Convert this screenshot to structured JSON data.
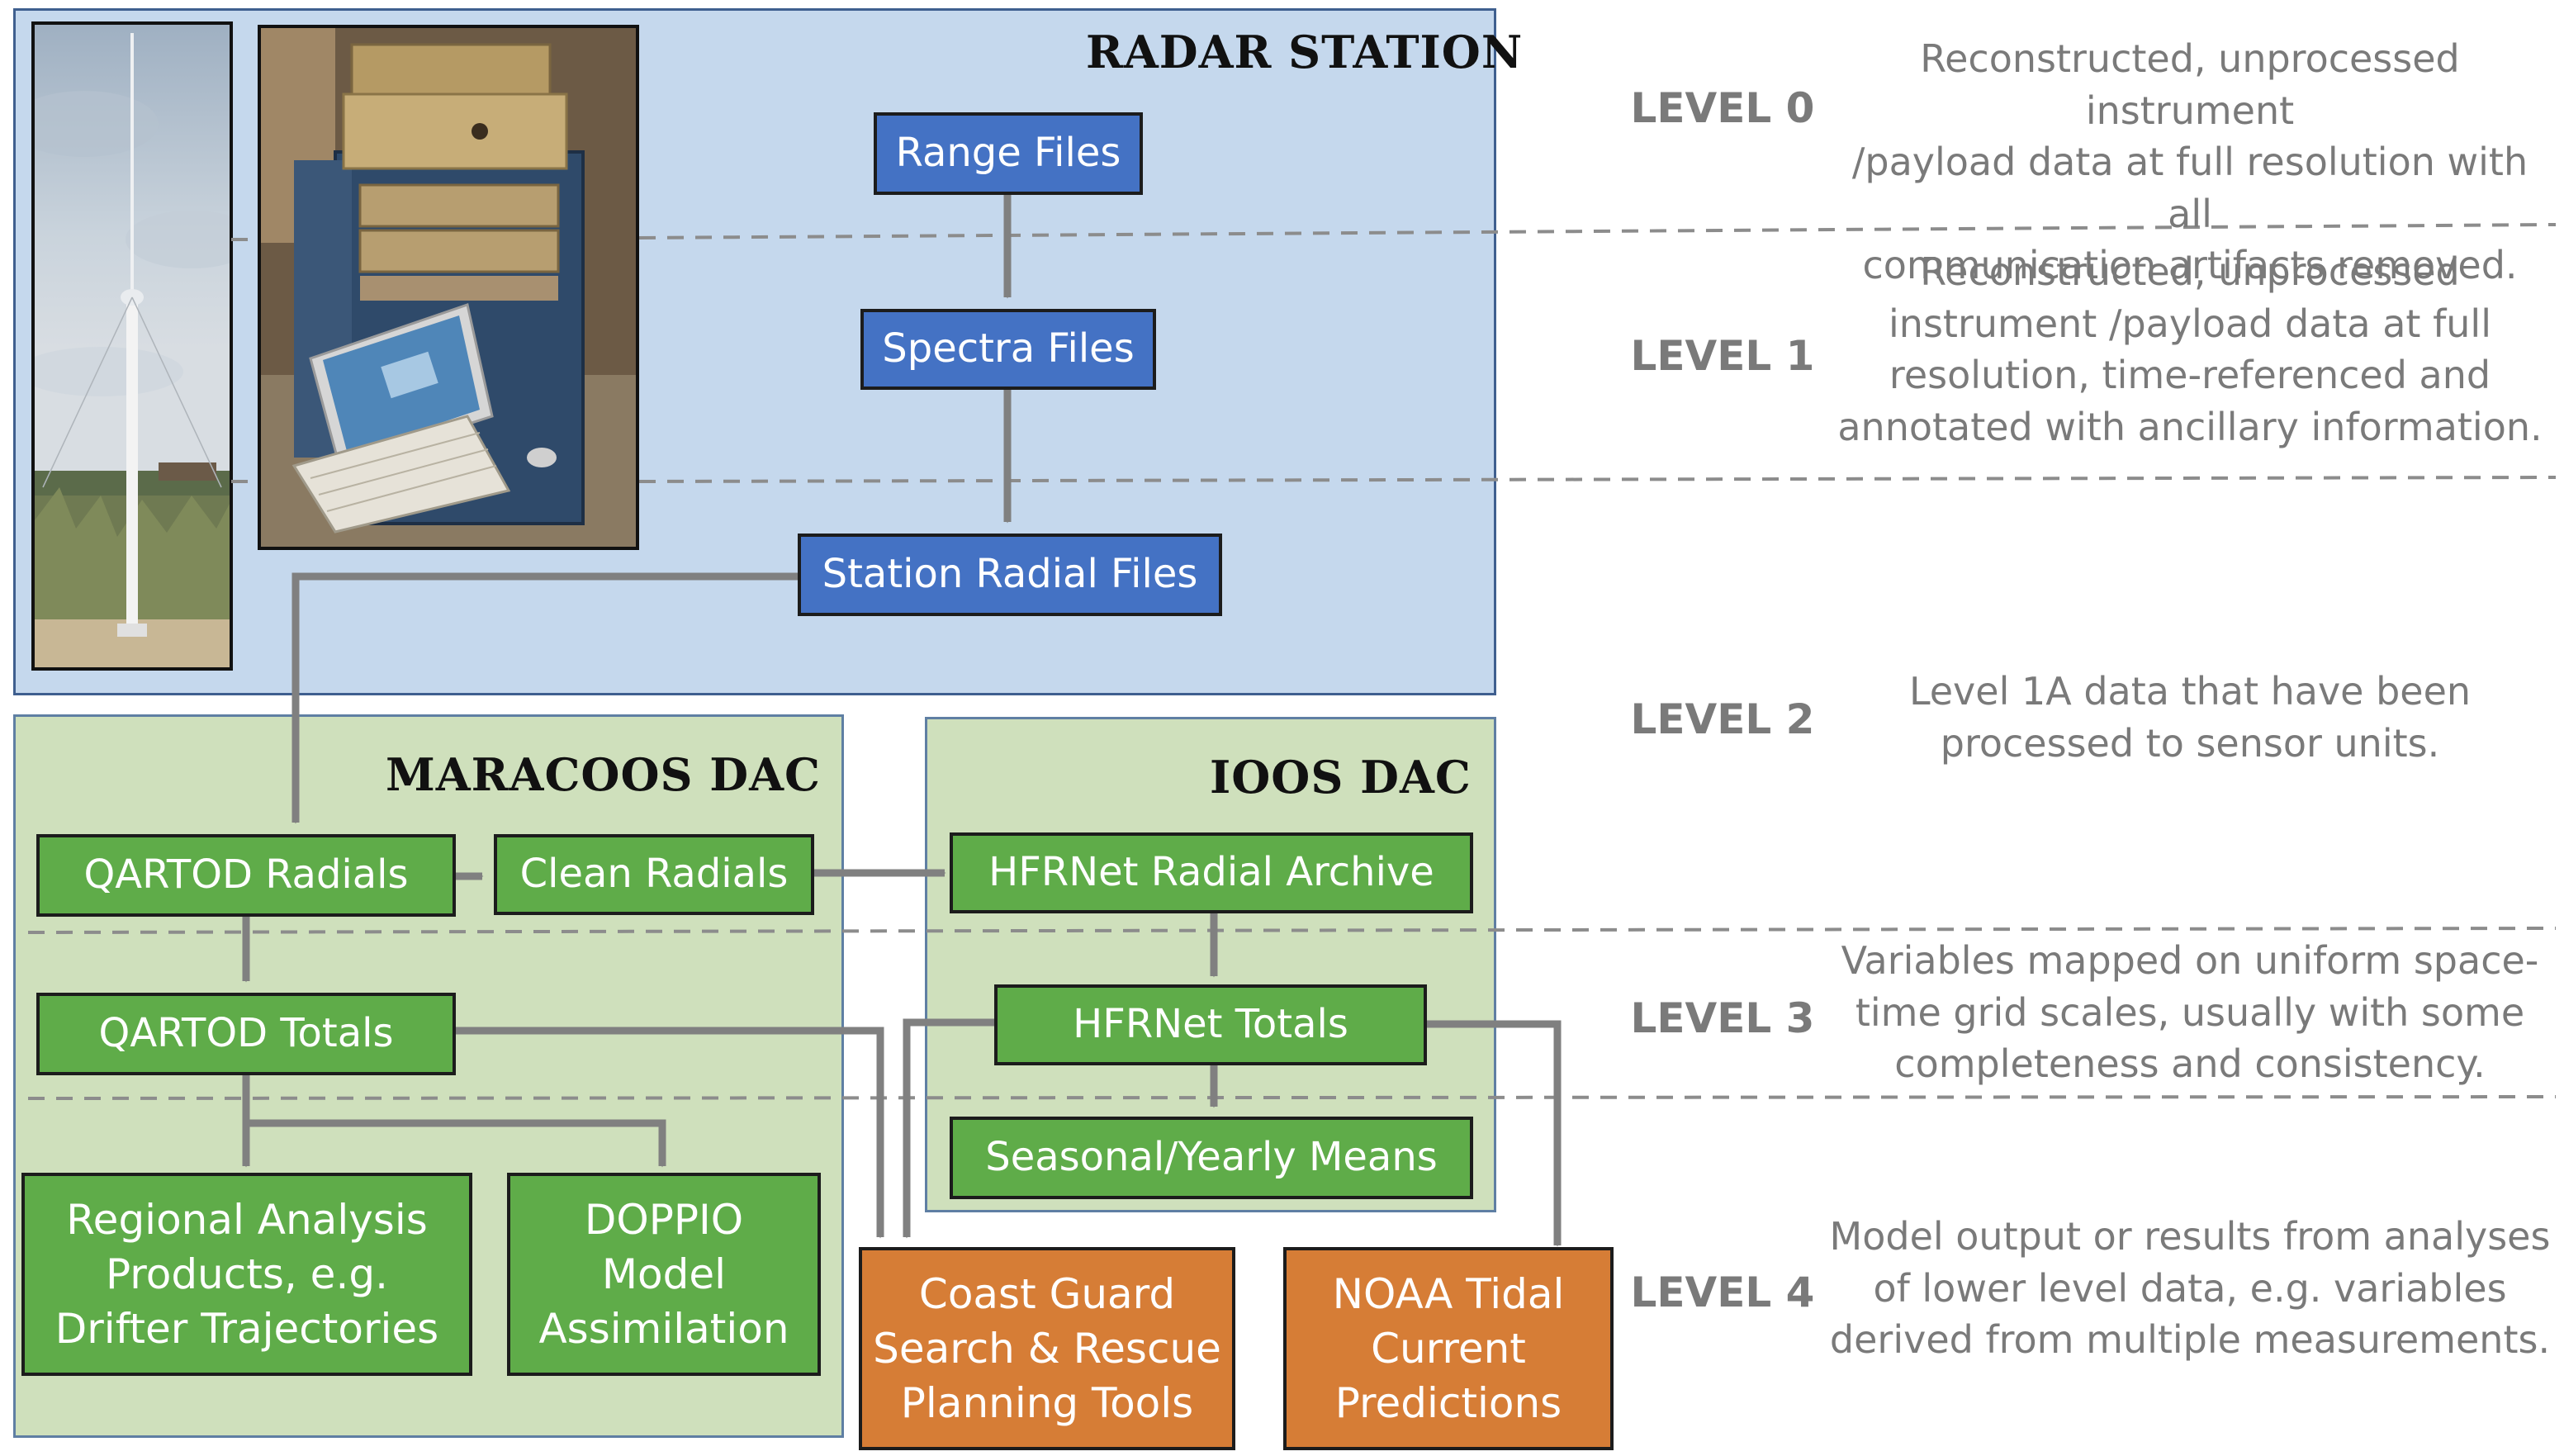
{
  "regions": {
    "radar_station": "RADAR STATION",
    "maracoos_dac": "MARACOOS DAC",
    "ioos_dac": "IOOS DAC"
  },
  "boxes": {
    "range_files": "Range Files",
    "spectra_files": "Spectra Files",
    "station_radial_files": "Station Radial Files",
    "qartod_radials": "QARTOD Radials",
    "clean_radials": "Clean Radials",
    "hfrnet_radial_archive": "HFRNet Radial Archive",
    "qartod_totals": "QARTOD  Totals",
    "hfrnet_totals": "HFRNet Totals",
    "seasonal_means": "Seasonal/Yearly Means",
    "regional_analysis": "Regional Analysis\nProducts, e.g.\nDrifter Trajectories",
    "doppio": "DOPPIO\nModel\nAssimilation",
    "coast_guard": "Coast Guard\nSearch & Rescue\nPlanning Tools",
    "noaa_tidal": "NOAA Tidal\nCurrent\nPredictions"
  },
  "levels": [
    {
      "label": "LEVEL 0",
      "description": "Reconstructed, unprocessed instrument\n/payload data at full resolution with all\ncommunication artifacts removed."
    },
    {
      "label": "LEVEL 1",
      "description": "Reconstructed, unprocessed\ninstrument /payload data at full\nresolution, time-referenced and\nannotated with ancillary information."
    },
    {
      "label": "LEVEL 2",
      "description": "Level 1A data that have been\nprocessed to sensor units."
    },
    {
      "label": "LEVEL 3",
      "description": "Variables mapped on uniform space-\ntime grid scales, usually with some\ncompleteness and consistency."
    },
    {
      "label": "LEVEL 4",
      "description": "Model output or results from analyses\nof lower level data, e.g. variables\nderived from multiple measurements."
    }
  ],
  "colors": {
    "radar_bg": "#c5d8ed",
    "dac_bg": "#cfe0bc",
    "blue_box": "#4472c4",
    "green_box": "#5fac49",
    "orange_box": "#d67d36",
    "arrow": "#808080",
    "level_text": "#7a7a7a"
  },
  "photos": [
    "radar-antenna-photo",
    "radar-electronics-cabinet-photo"
  ]
}
